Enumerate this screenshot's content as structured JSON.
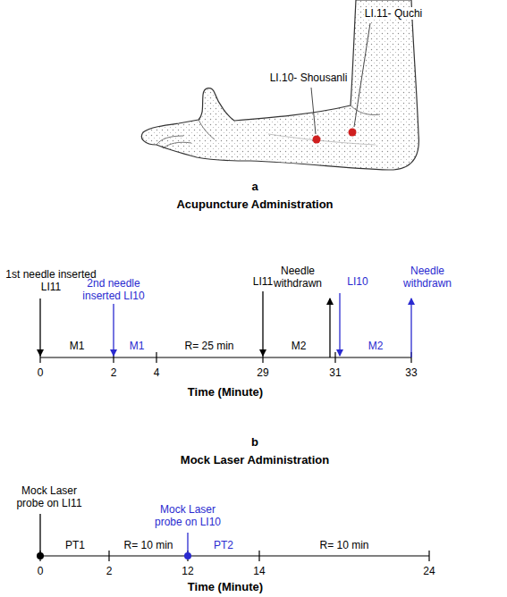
{
  "diagram": {
    "labels": [
      "LI.11- Quchi",
      "LI.10- Shousanli",
      "a",
      "Acupuncture Administration",
      "1st needle inserted LI11",
      "2nd needle inserted LI10",
      "M1",
      "M1",
      "R= 25 min",
      "LI11",
      "Needle withdrawn",
      "LI10",
      "M2",
      "M2",
      "Needle withdrawn",
      "0",
      "2",
      "4",
      "29",
      "31",
      "33",
      "Time (Minute)",
      "b",
      "Mock Laser Administration",
      "Mock Laser probe on LI11",
      "PT1",
      "R= 10 min",
      "Mock Laser probe on LI10",
      "PT2",
      "R= 10 min",
      "0",
      "2",
      "12",
      "14",
      "24",
      "Time (Minute)"
    ]
  }
}
